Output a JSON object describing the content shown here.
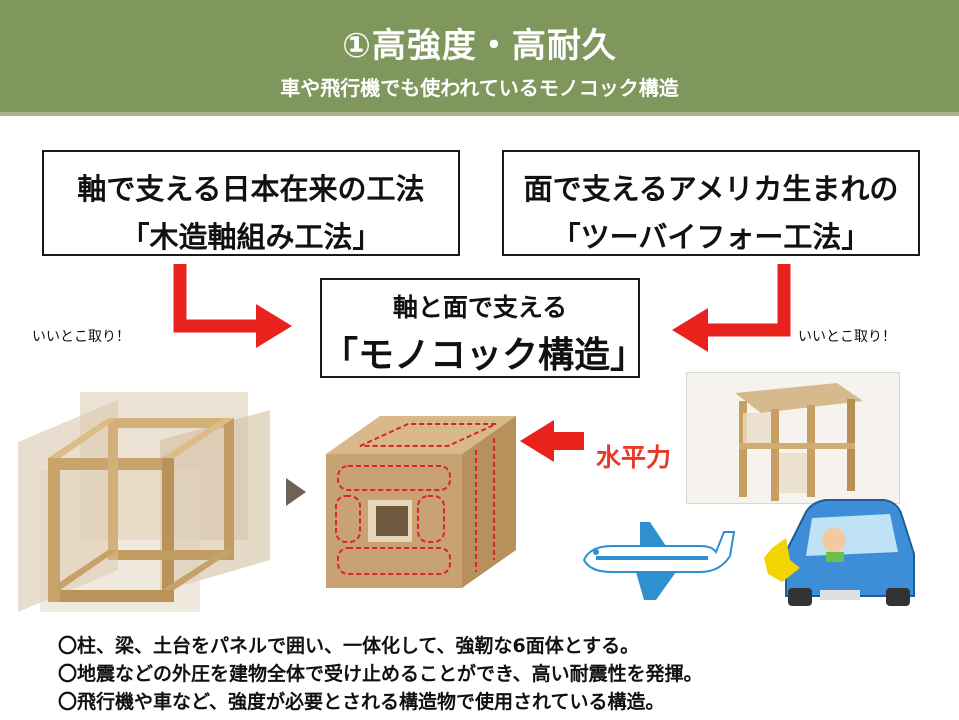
{
  "header": {
    "title": "①高強度・高耐久",
    "subtitle": "車や飛行機でも使われているモノコック構造"
  },
  "boxes": {
    "left": {
      "line1": "軸で支える日本在来の工法",
      "line2": "「木造軸組み工法」"
    },
    "right": {
      "line1": "面で支えるアメリカ生まれの",
      "line2": "「ツーバイフォー工法」"
    },
    "center": {
      "line1": "軸と面で支える",
      "line2": "「モノコック構造」"
    }
  },
  "notes": {
    "left": "いいとこ取り！",
    "right": "いいとこ取り！"
  },
  "force_label": "水平力",
  "bullets": [
    "〇柱、梁、土台をパネルで囲い、一体化して、強靭な6面体とする。",
    "〇地震などの外圧を建物全体で受け止めることができ、高い耐震性を発揮。",
    "〇飛行機や車など、強度が必要とされる構造物で使用されている構造。"
  ],
  "colors": {
    "header_bg": "#7f965c",
    "arrow_red": "#e8221c",
    "wood": "#c9a46a",
    "panel": "#c9a273",
    "plane_blue": "#2e8fd1",
    "car_blue": "#3d8ed6"
  }
}
